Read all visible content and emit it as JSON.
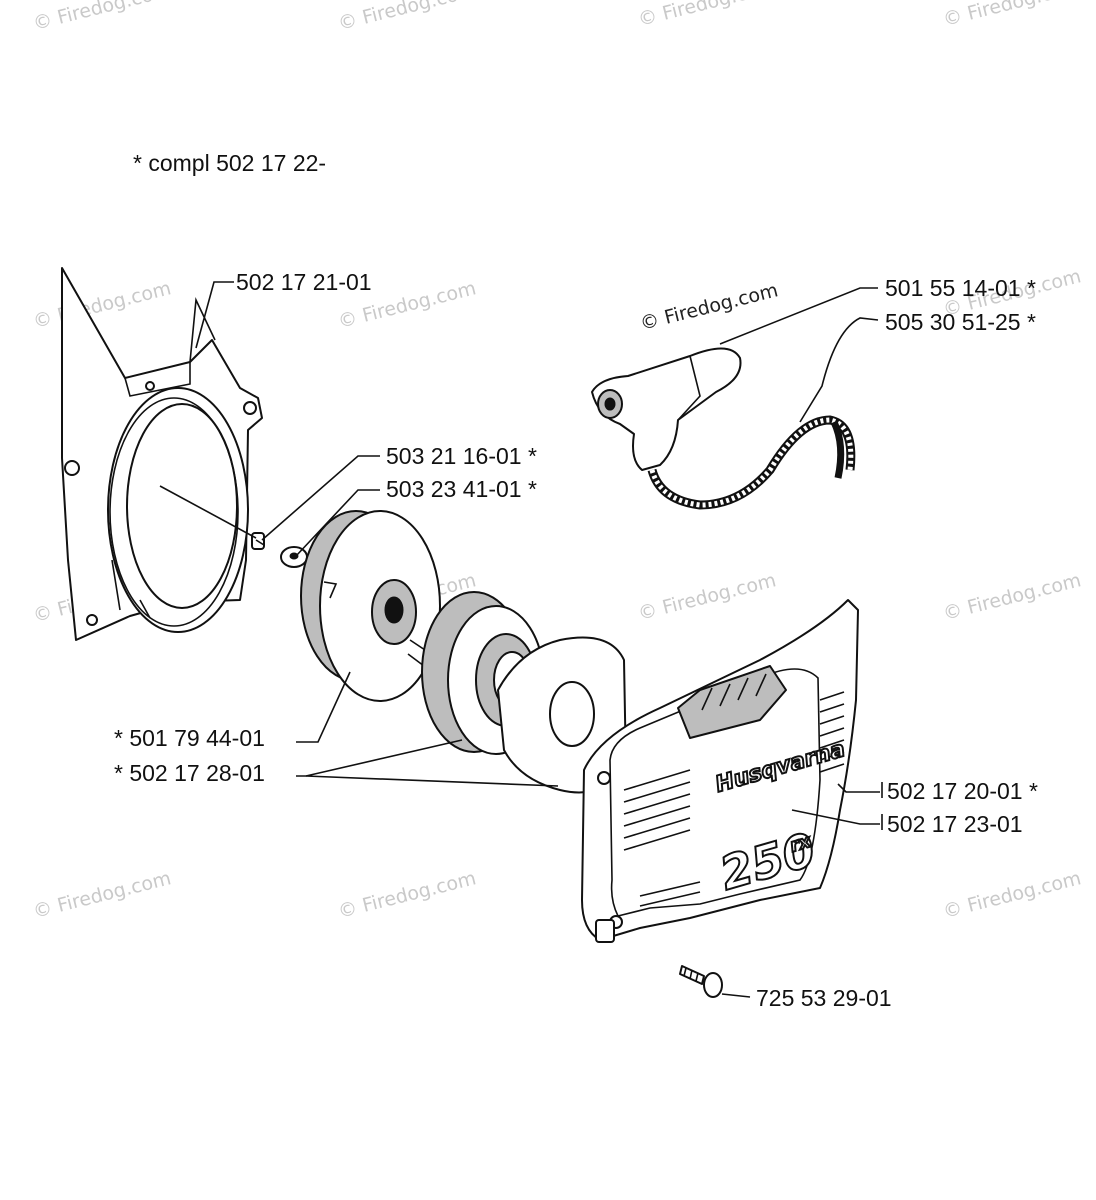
{
  "header_note": "*  compl 502 17 22-",
  "watermark_text": "© Firedog.com",
  "brand_logo": "Husqvarna",
  "model_logo": "250",
  "model_suffix": "rx",
  "labels": {
    "starter_housing": "502 17 21-01",
    "handle": "501 55 14-01  *",
    "starter_cord": "505 30 51-25  *",
    "screw": "503 21 16-01  *",
    "washer": "503 23 41-01  *",
    "pulley": "*  501 79 44-01",
    "recoil_spring": "*  502 17 28-01",
    "cover": "502 17 20-01  *",
    "decal": "502 17 23-01",
    "cover_screw": "725 53 29-01"
  },
  "colors": {
    "ink": "#111111",
    "watermark": "#c9c9c9",
    "shade": "#bdbdbd"
  }
}
